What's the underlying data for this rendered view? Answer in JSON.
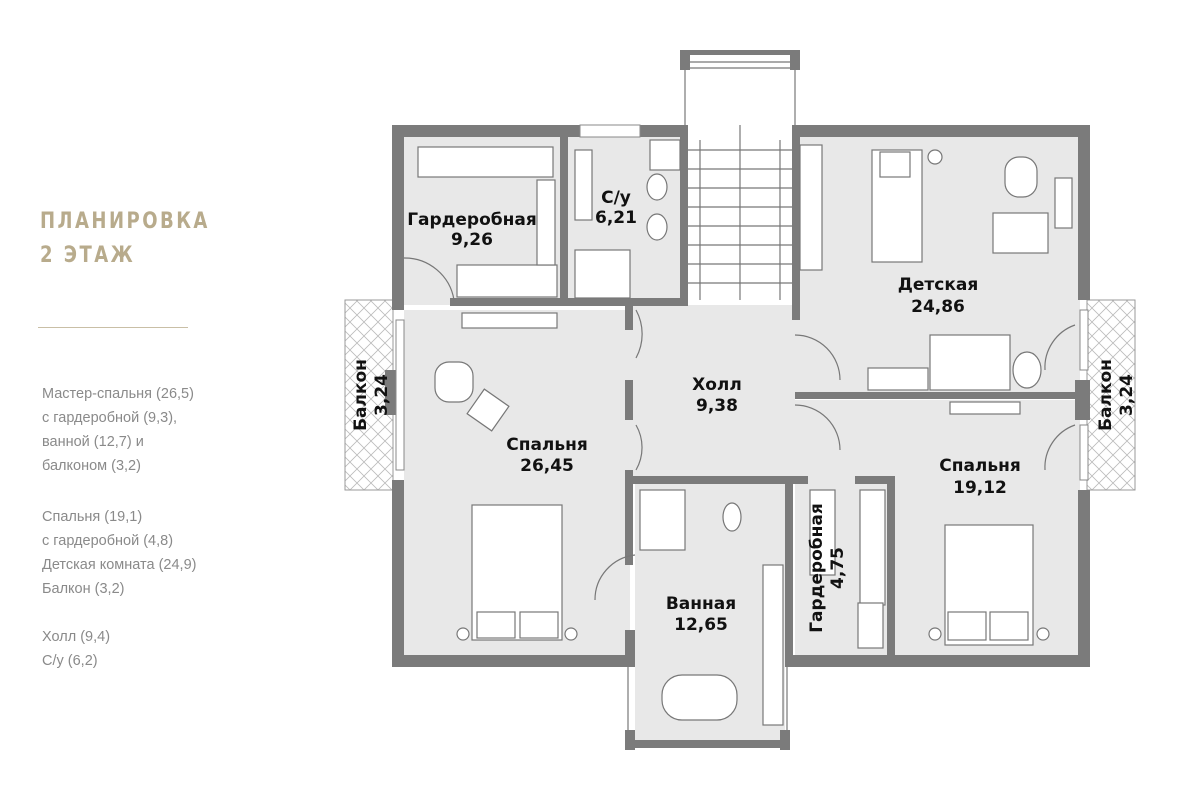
{
  "sidebar": {
    "title_line1": "ПЛАНИРОВКА",
    "title_line2": "2 ЭТАЖ",
    "group1": [
      "Мастер-спальня (26,5)",
      "с гардеробной (9,3),",
      "ванной (12,7) и",
      "балконом (3,2)"
    ],
    "group2": [
      "Спальня (19,1)",
      "с гардеробной (4,8)",
      "Детская комната (24,9)",
      "Балкон (3,2)"
    ],
    "group3": [
      "Холл (9,4)",
      "С/у (6,2)"
    ]
  },
  "plan": {
    "wardrobe_main": {
      "name": "Гардеробная",
      "area": "9,26"
    },
    "wc": {
      "name": "С/у",
      "area": "6,21"
    },
    "kids": {
      "name": "Детская",
      "area": "24,86"
    },
    "master_bedroom": {
      "name": "Спальня",
      "area": "26,45"
    },
    "hall": {
      "name": "Холл",
      "area": "9,38"
    },
    "bathroom": {
      "name": "Ванная",
      "area": "12,65"
    },
    "wardrobe_small": {
      "name": "Гардеробная",
      "area": "4,75"
    },
    "bedroom": {
      "name": "Спальня",
      "area": "19,12"
    },
    "balcony_left": {
      "name": "Балкон",
      "area": "3,24"
    },
    "balcony_right": {
      "name": "Балкон",
      "area": "3,24"
    }
  }
}
